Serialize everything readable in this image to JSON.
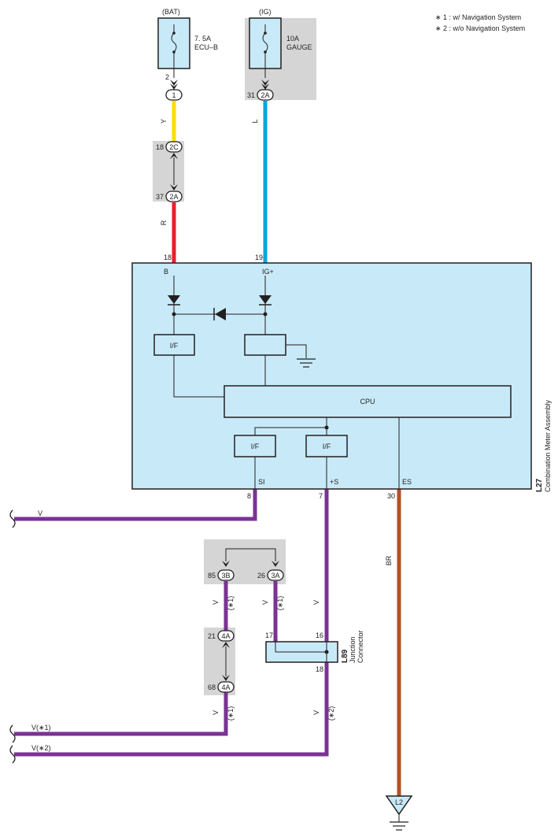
{
  "notes": {
    "note1": "∗ 1 : w/ Navigation System",
    "note2": "∗ 2 : w/o Navigation System"
  },
  "fuses": {
    "bat": {
      "source": "(BAT)",
      "rating": "7. 5A",
      "name": "ECU–B",
      "pin": "2"
    },
    "ig": {
      "source": "(IG)",
      "rating": "10A",
      "name": "GAUGE",
      "pin": "31"
    }
  },
  "connectors": {
    "c1": "1",
    "c2c": "2C",
    "c2c_pin": "18",
    "c2a_bat": "2A",
    "c2a_bat_pin": "37",
    "c2a_ig": "2A",
    "c3b": "3B",
    "c3b_pin": "85",
    "c3a": "3A",
    "c3a_pin": "26",
    "c4a_top": "4A",
    "c4a_top_pin": "21",
    "c4a_bot": "4A",
    "c4a_bot_pin": "68"
  },
  "wires": {
    "yellow": "Y",
    "red": "R",
    "blue": "L",
    "brown": "BR",
    "v_si": "V",
    "v_plus_s": "V",
    "v_3b": "V",
    "v_3b_note": "(∗1)",
    "v_3a": "V",
    "v_3a_note": "(∗1)",
    "v_4a": "V",
    "v_4a_note": "(∗1)",
    "v_jc": "V",
    "v_jc_note": "(∗2)"
  },
  "meter": {
    "code": "L27",
    "name": "Combination Meter Assembly",
    "pin_b": "18",
    "term_b": "B",
    "pin_ig": "19",
    "term_ig": "IG+",
    "cpu": "CPU",
    "if_left": "I/F",
    "if_si": "I/F",
    "if_s": "I/F",
    "pin_si": "8",
    "term_si": "SI",
    "pin_s": "7",
    "term_s": "+S",
    "pin_es": "30",
    "term_es": "ES"
  },
  "junction": {
    "code": "L89",
    "name1": "Junction",
    "name2": "Connector",
    "pin17": "17",
    "pin16": "16",
    "pin18": "18"
  },
  "outputs": {
    "v1": "V(∗1)",
    "v2": "V(∗2)"
  },
  "ground": {
    "code": "L2"
  },
  "colors": {
    "yellow": "#ffdd00",
    "red": "#e8202a",
    "blue": "#00a5e2",
    "purple": "#7b3294",
    "brown": "#b0522a",
    "meter_fill": "#c8eaf8",
    "shade": "#d5d5d5"
  }
}
